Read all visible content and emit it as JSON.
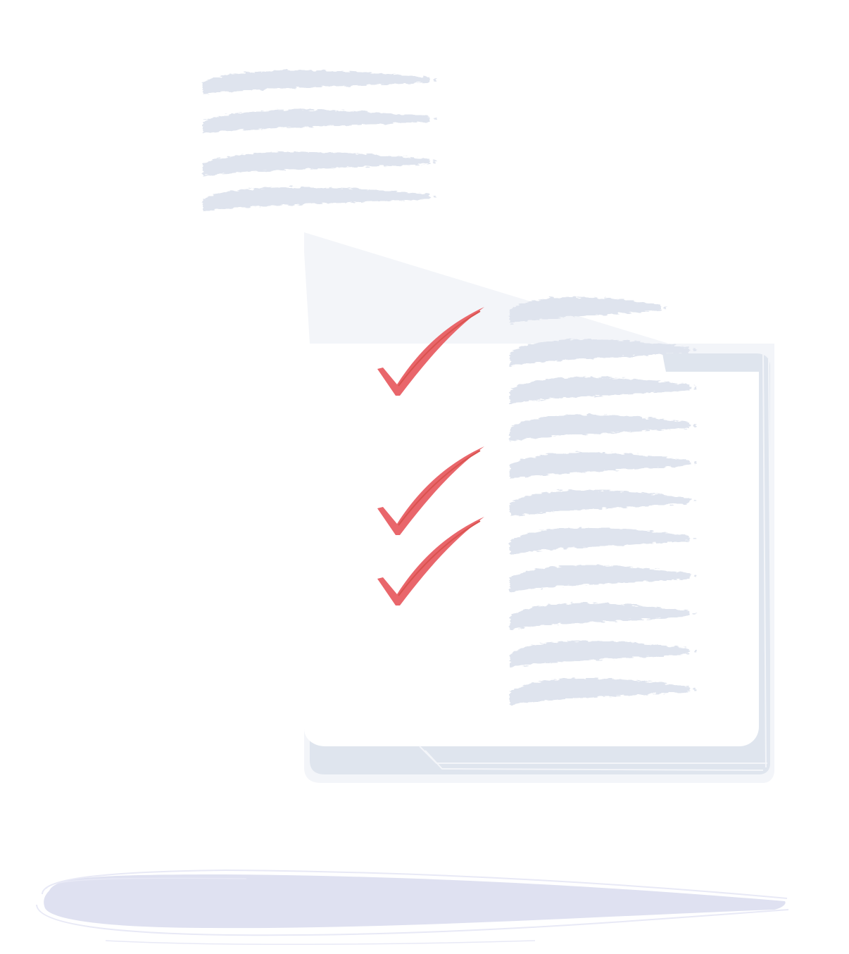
{
  "illustration": {
    "subject": "checklist-document",
    "colors": {
      "background": "#ffffff",
      "scribble": "#dfe4ee",
      "scribble_light": "#e6e9f2",
      "paper": "#ffffff",
      "paper_edge": "#f3f5f9",
      "paper_shadow": "#dfe5ee",
      "check": "#e9666b",
      "check_dark": "#d9534f",
      "ground_shadow": "#dfe1f1",
      "ground_shadow_outline": "#e8e9f6"
    },
    "icons": [
      "checkmark-icon",
      "checkmark-icon",
      "checkmark-icon"
    ],
    "checklist": {
      "total_rows": 11,
      "checked_rows": 3
    }
  }
}
